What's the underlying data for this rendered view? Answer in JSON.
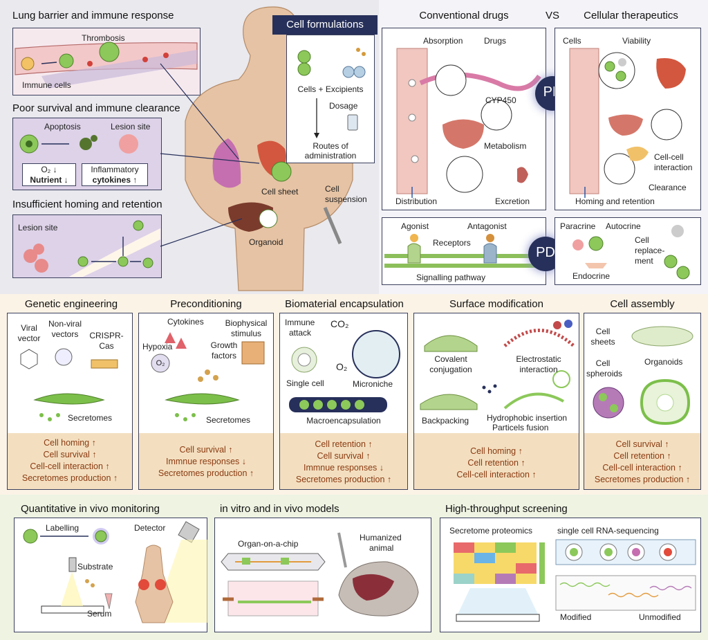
{
  "panel_top_left": {
    "lung": {
      "title": "Lung barrier and immune response",
      "thrombosis": "Thrombosis",
      "immune_cells": "Immune cells"
    },
    "survival": {
      "title": "Poor survival and immune clearance",
      "apoptosis": "Apoptosis",
      "lesion_site": "Lesion site",
      "o2": "O₂ ↓",
      "nutrient": "Nutrient ↓",
      "inflammatory": "Inflammatory",
      "cytokines": "cytokines ↑"
    },
    "homing": {
      "title": "Insufficient homing and retention",
      "lesion_site": "Lesion site"
    }
  },
  "formulations": {
    "title": "Cell formulations",
    "cells_excipients": "Cells + Excipients",
    "dosage": "Dosage",
    "routes_1": "Routes of",
    "routes_2": "administration",
    "cell_sheet": "Cell sheet",
    "cell_suspension_1": "Cell",
    "cell_suspension_2": "suspension",
    "organoid": "Organoid"
  },
  "pkpd": {
    "conventional_title": "Conventional drugs",
    "vs": "VS",
    "cellular_title": "Cellular therapeutics",
    "absorption": "Absorption",
    "drugs": "Drugs",
    "cyp450": "CYP450",
    "metabolism": "Metabolism",
    "distribution": "Distribution",
    "excretion": "Excretion",
    "pk": "PK",
    "cells": "Cells",
    "viability": "Viability",
    "cell_cell_1": "Cell-cell",
    "cell_cell_2": "interaction",
    "clearance": "Clearance",
    "homing_retention": "Homing and retention",
    "agonist": "Agonist",
    "antagonist": "Antagonist",
    "receptors": "Receptors",
    "signalling": "Signalling pathway",
    "pd": "PD",
    "paracrine": "Paracrine",
    "autocrine": "Autocrine",
    "endocrine": "Endocrine",
    "replacement_1": "Cell",
    "replacement_2": "replace-",
    "replacement_3": "ment"
  },
  "strategies": [
    {
      "title": "Genetic engineering",
      "labels": [
        "Viral",
        "vector",
        "Non-viral",
        "vectors",
        "CRISPR-",
        "Cas",
        "Secretomes"
      ],
      "benefits": [
        "Cell homing ↑",
        "Cell survival ↑",
        "Cell-cell interaction ↑",
        "Secretomes production ↑"
      ]
    },
    {
      "title": "Preconditioning",
      "labels": [
        "Cytokines",
        "Biophysical",
        "stimulus",
        "Hypoxia",
        "Growth",
        "factors",
        "Secretomes",
        "O₂"
      ],
      "benefits": [
        "Cell survival ↑",
        "Immnue responses ↓",
        "Secretomes production ↑"
      ]
    },
    {
      "title": "Biomaterial encapsulation",
      "labels": [
        "Immune",
        "attack",
        "CO₂",
        "O₂",
        "Single cell",
        "Microniche",
        "Macroencapsulation"
      ],
      "benefits": [
        "Cell retention ↑",
        "Cell survival ↑",
        "Immnue responses ↓",
        "Secretomes production ↑"
      ]
    },
    {
      "title": "Surface modification",
      "labels": [
        "Covalent",
        "conjugation",
        "Electrostatic",
        "interaction",
        "Backpacking",
        "Hydrophobic insertion",
        "Particels fusion"
      ],
      "benefits": [
        "Cell homing ↑",
        "Cell retention ↑",
        "Cell-cell interaction ↑"
      ]
    },
    {
      "title": "Cell assembly",
      "labels": [
        "Cell",
        "sheets",
        "Cell",
        "spheroids",
        "Organoids"
      ],
      "benefits": [
        "Cell survival ↑",
        "Cell retention ↑",
        "Cell-cell interaction ↑",
        "Secretomes production ↑"
      ]
    }
  ],
  "bottom": {
    "monitoring": {
      "title": "Quantitative in vivo monitoring",
      "labelling": "Labelling",
      "detector": "Detector",
      "substrate": "Substrate",
      "serum": "Serum"
    },
    "models": {
      "title": "in vitro and in vivo models",
      "organ_chip": "Organ-on-a-chip",
      "humanized_1": "Humanized",
      "humanized_2": "animal"
    },
    "screening": {
      "title": "High-throughput screening",
      "proteomics": "Secretome proteomics",
      "rnaseq": "single cell RNA-sequencing",
      "modified": "Modified",
      "unmodified": "Unmodified"
    }
  },
  "colors": {
    "top_bg": "#e9e9ee",
    "mid_bg": "#fbf3e6",
    "bottom_bg": "#eef3e2",
    "benefit_bg": "#f3dfc0",
    "benefit_text": "#8a3a10",
    "box_border": "#3a3f5c",
    "navy": "#27305a",
    "cell_green": "#7cbf4a"
  }
}
